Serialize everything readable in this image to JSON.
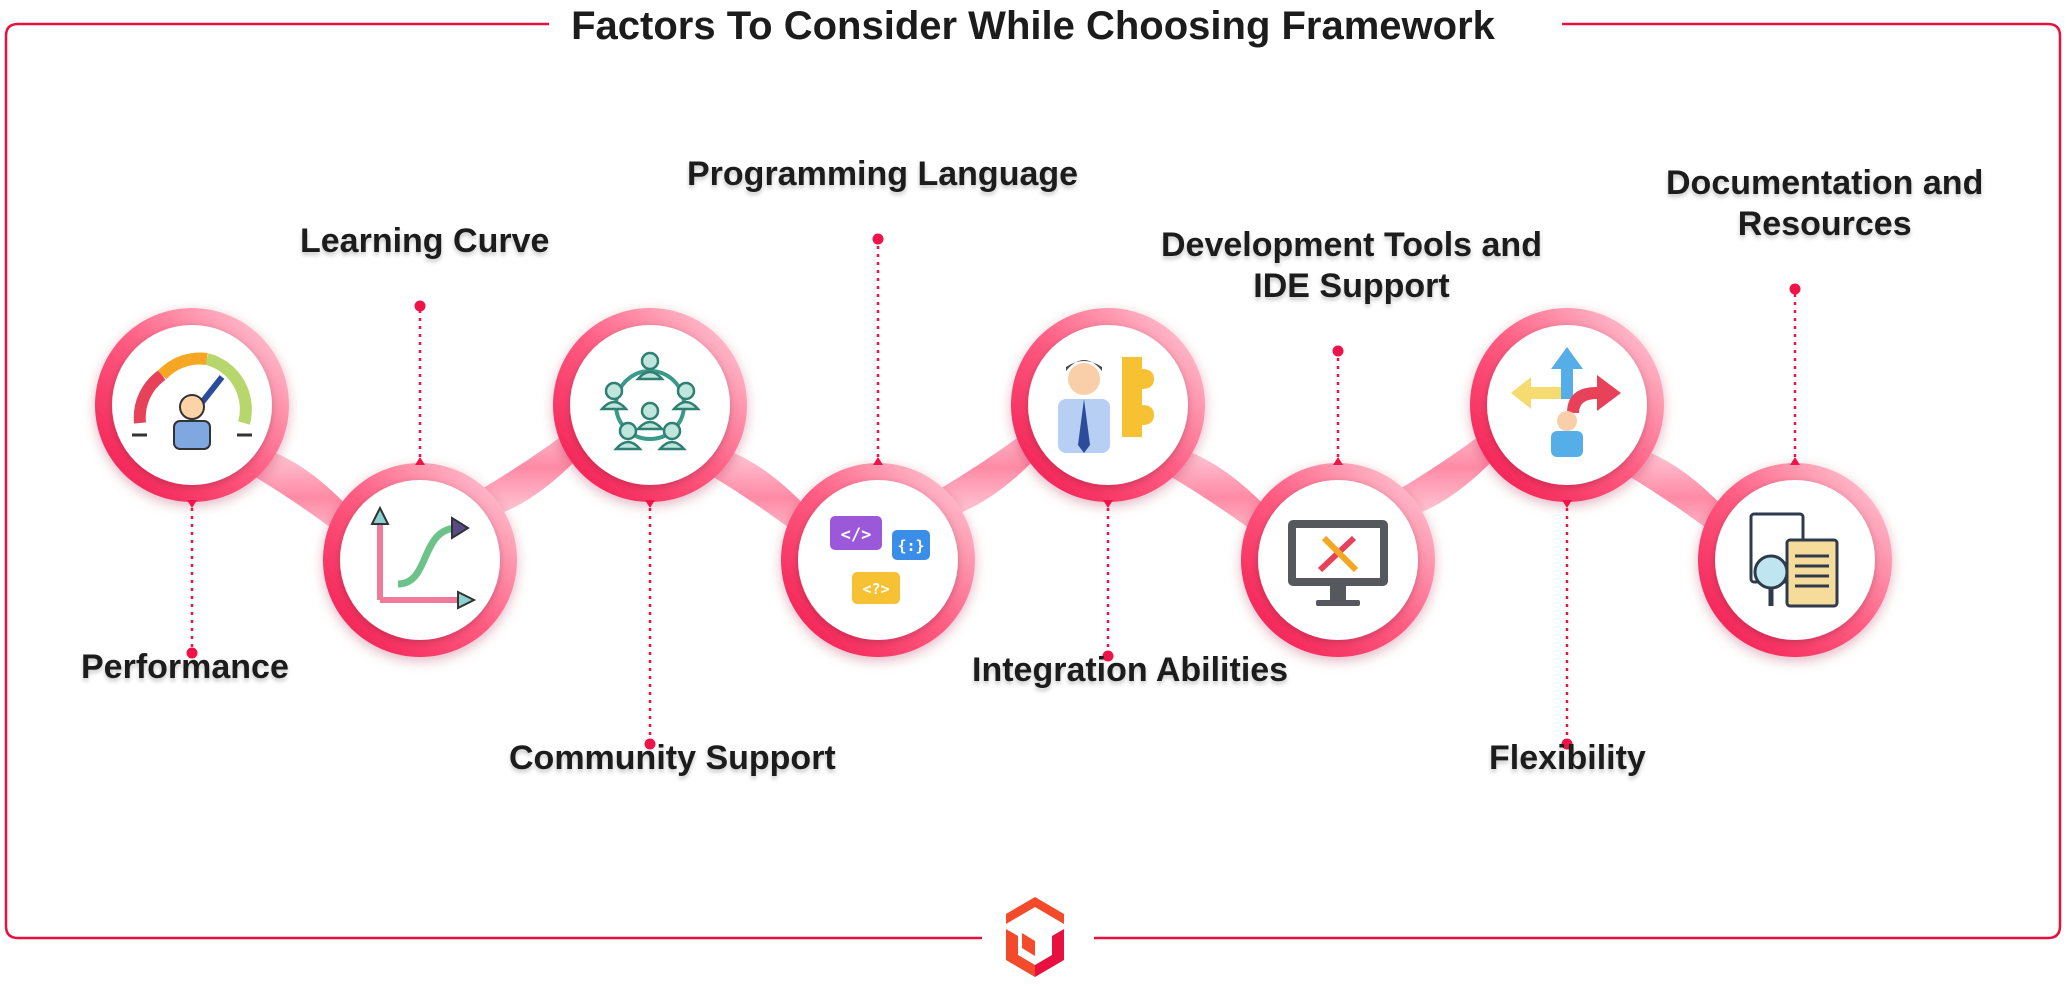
{
  "title": "Factors To Consider While Choosing Framework",
  "colors": {
    "accent": "#f0134a",
    "accent_light": "#ffc4d2",
    "frame": "#e8103f",
    "text": "#1c1c1c"
  },
  "factors": [
    {
      "label": "Performance",
      "icon": "speedometer-icon",
      "position": "bottom"
    },
    {
      "label": "Learning Curve",
      "icon": "growth-curve-icon",
      "position": "top"
    },
    {
      "label": "Community Support",
      "icon": "community-network-icon",
      "position": "bottom"
    },
    {
      "label": "Programming Language",
      "icon": "code-bubbles-icon",
      "position": "top"
    },
    {
      "label": "Integration Abilities",
      "icon": "businessman-puzzle-icon",
      "position": "bottom"
    },
    {
      "label_lines": [
        "Development Tools and",
        "IDE Support"
      ],
      "icon": "monitor-tools-icon",
      "position": "top"
    },
    {
      "label": "Flexibility",
      "icon": "direction-arrows-icon",
      "position": "bottom"
    },
    {
      "label_lines": [
        "Documentation and",
        "Resources"
      ],
      "icon": "documents-search-icon",
      "position": "top"
    }
  ],
  "logo": "brand-cube-logo"
}
